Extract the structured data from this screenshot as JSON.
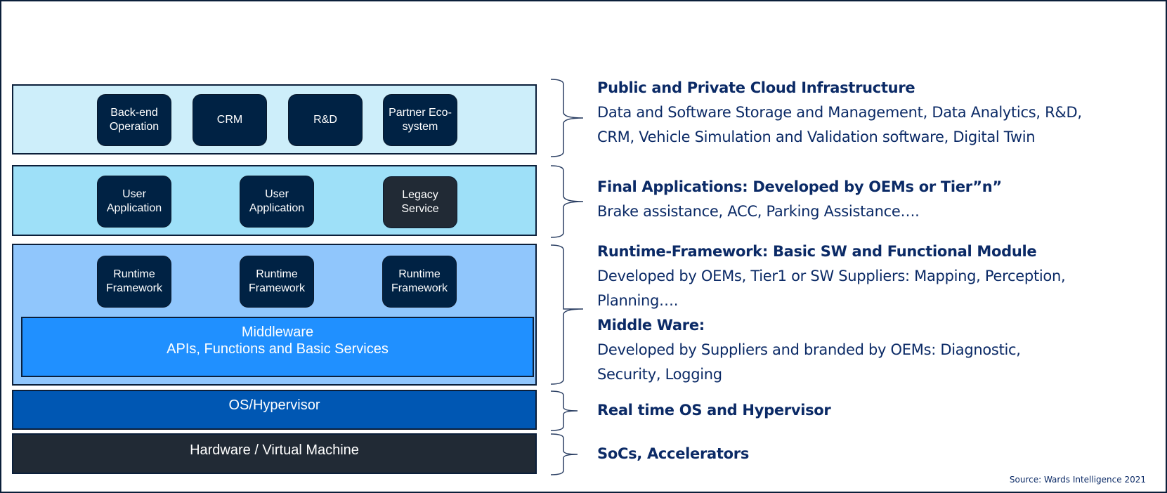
{
  "layers": {
    "cloud": {
      "boxes": [
        "Back-end\nOperation",
        "CRM",
        "R&D",
        "Partner Eco-\nsystem"
      ],
      "color": "#cdeefa"
    },
    "applications": {
      "boxes": [
        "User\nApplication",
        "User\nApplication",
        "Legacy\nService"
      ],
      "color": "#9ee0f8"
    },
    "runtime": {
      "boxes": [
        "Runtime\nFramework",
        "Runtime\nFramework",
        "Runtime\nFramework"
      ],
      "middleware_label": "Middleware\nAPIs, Functions and Basic Services",
      "color": "#90c6fc"
    },
    "os": {
      "label": "OS/Hypervisor",
      "color": "#0057b3"
    },
    "hardware": {
      "label": "Hardware / Virtual Machine",
      "color": "#212a35"
    }
  },
  "descriptions": {
    "cloud": {
      "heading": "Public and Private Cloud Infrastructure",
      "lines": [
        "Data and Software Storage and Management, Data Analytics, R&D,",
        "CRM, Vehicle Simulation and Validation software, Digital Twin"
      ]
    },
    "applications": {
      "heading": "Final Applications: Developed by OEMs or Tier”n”",
      "lines": [
        "Brake assistance, ACC, Parking Assistance…."
      ]
    },
    "runtime": {
      "heading": "Runtime-Framework: Basic SW and Functional Module",
      "lines": [
        "Developed by OEMs, Tier1 or SW Suppliers: Mapping, Perception,",
        "Planning…."
      ],
      "heading2": "Middle Ware:",
      "lines2": [
        "Developed by Suppliers and branded by OEMs: Diagnostic,",
        "Security, Logging"
      ]
    },
    "os": {
      "heading": "Real time OS and Hypervisor"
    },
    "hardware": {
      "heading": "SoCs, Accelerators"
    }
  },
  "source": "Source: Wards Intelligence 2021"
}
